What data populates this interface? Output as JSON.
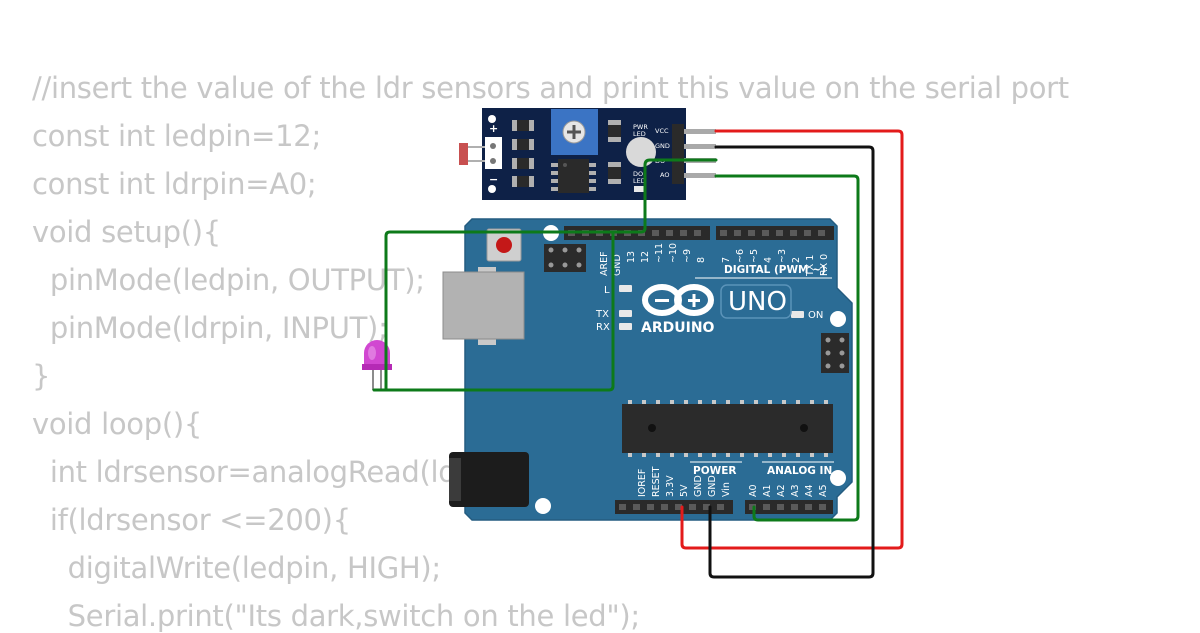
{
  "code": {
    "lines": [
      "//insert the value of the ldr sensors and print this value on the serial port",
      "const int ledpin=12;",
      "const int ldrpin=A0;",
      "void setup(){",
      "  pinMode(ledpin, OUTPUT);",
      "  pinMode(ldrpin, INPUT);",
      "}",
      "void loop(){",
      "  int ldrsensor=analogRead(ldrpin);",
      "  if(ldrsensor <=200){",
      "    digitalWrite(ledpin, HIGH);",
      "    Serial.print(\"Its dark,switch on the led\");"
    ]
  },
  "sensor_module": {
    "plus": "+",
    "minus": "−",
    "pwr_led": "PWR",
    "pwr_led_2": "LED",
    "do_led": "DO",
    "do_led_2": "LED",
    "pins": [
      "VCC",
      "GND",
      "DO",
      "AO"
    ]
  },
  "board": {
    "brand": "ARDUINO",
    "model": "UNO",
    "on_label": "ON",
    "l_label": "L",
    "tx_label": "TX",
    "rx_label": "RX",
    "digital_header": "DIGITAL (PWM ~)",
    "power_header": "POWER",
    "analog_header": "ANALOG IN",
    "digital_pins": [
      "AREF",
      "GND",
      "13",
      "12",
      "~11",
      "~10",
      "~9",
      "8",
      "7",
      "~6",
      "~5",
      "4",
      "~3",
      "2",
      "TX 1",
      "RX 0"
    ],
    "power_pins": [
      "IOREF",
      "RESET",
      "3.3V",
      "5V",
      "GND",
      "GND",
      "Vin"
    ],
    "analog_pins": [
      "A0",
      "A1",
      "A2",
      "A3",
      "A4",
      "A5"
    ]
  },
  "colors": {
    "board": "#2b6c95",
    "wire_red": "#e31b1b",
    "wire_black": "#111111",
    "wire_green": "#0d7a1a",
    "led": "#cc33cc",
    "module": "#0e2147"
  }
}
